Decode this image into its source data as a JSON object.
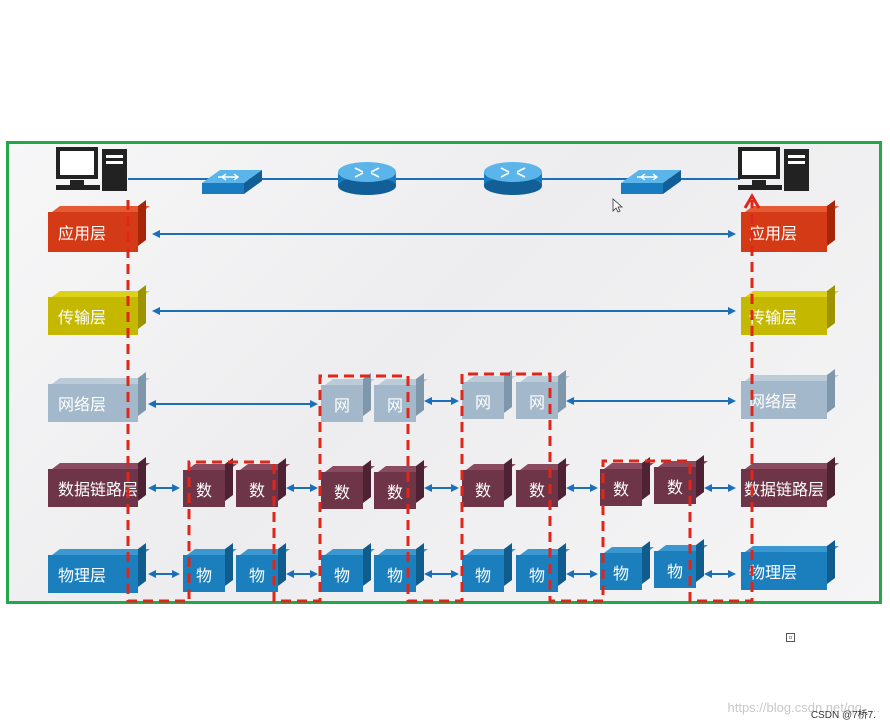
{
  "layers": {
    "app": "应用层",
    "transport": "传输层",
    "network": "网络层",
    "datalink": "数据链路层",
    "physical": "物理层"
  },
  "units": {
    "net": "网",
    "dl": "数",
    "ph": "物"
  },
  "watermark": "https://blog.csdn.net/qq_...",
  "csdn_credit": "CSDN @7桥7.",
  "icons": [
    "computer-icon",
    "switch-icon",
    "router-icon",
    "router-icon",
    "switch-icon",
    "computer-icon"
  ],
  "colors": {
    "frame_border": "#22a84a",
    "dashed_red": "#e0261a",
    "arrow_blue": "#1b6fb8",
    "application": "#d33a15",
    "transport": "#c5b800",
    "network": "#a3b9cb",
    "datalink": "#6e3448",
    "physical": "#1c7fbd"
  }
}
